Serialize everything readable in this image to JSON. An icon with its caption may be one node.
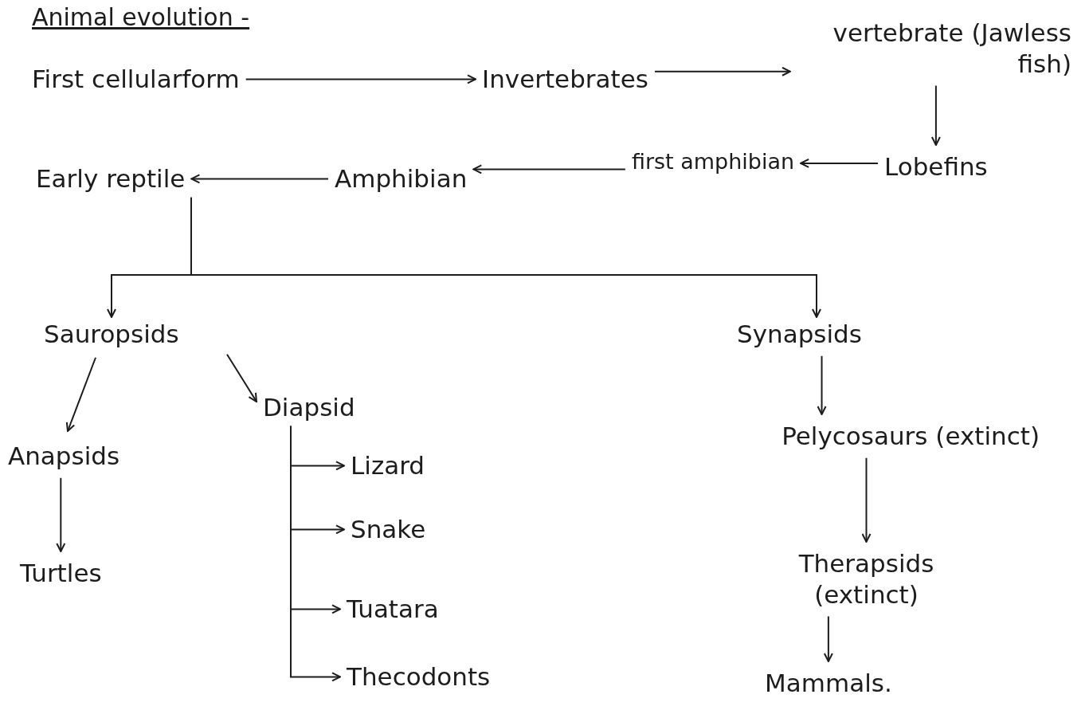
{
  "diagram": {
    "title": "Animal evolution -",
    "nodes": [
      {
        "text": [
          "First cellularform"
        ]
      },
      {
        "text": [
          "Invertebrates"
        ]
      },
      {
        "text": [
          "vertebrate (Jawless fish)"
        ]
      },
      {
        "text": [
          "Lobefins"
        ]
      },
      {
        "text": [
          "first amphibian"
        ]
      },
      {
        "text": [
          "Amphibian"
        ]
      },
      {
        "text": [
          "Early reptile"
        ]
      },
      {
        "text": [
          "Sauropsids"
        ]
      },
      {
        "text": [
          "Synapsids"
        ]
      },
      {
        "text": [
          "Anapsids"
        ]
      },
      {
        "text": [
          "Diapsid"
        ]
      },
      {
        "text": [
          "Turtles"
        ]
      },
      {
        "text": [
          "Lizard"
        ]
      },
      {
        "text": [
          "Snake"
        ]
      },
      {
        "text": [
          "Tuatara"
        ]
      },
      {
        "text": [
          "Thecodonts"
        ]
      },
      {
        "text": [
          "Pelycosaurs (extinct)"
        ]
      },
      {
        "text": [
          "Therapsids (extinct)"
        ]
      },
      {
        "text": [
          "Mammals."
        ]
      }
    ],
    "edges": [
      {
        "from": 0,
        "to": 1,
        "arrow": "to"
      },
      {
        "from": 1,
        "to": 2,
        "arrow": "to"
      },
      {
        "from": 2,
        "to": 3,
        "arrow": "to"
      },
      {
        "from": 3,
        "to": 4,
        "arrow": "to"
      },
      {
        "from": 4,
        "to": 5,
        "arrow": "to"
      },
      {
        "from": 5,
        "to": 6,
        "arrow": "to"
      },
      {
        "from": 6,
        "to": 7,
        "arrow": "to"
      },
      {
        "from": 6,
        "to": 8,
        "arrow": "to"
      },
      {
        "from": 7,
        "to": 9,
        "arrow": "to"
      },
      {
        "from": 7,
        "to": 10,
        "arrow": "to"
      },
      {
        "from": 9,
        "to": 11,
        "arrow": "to"
      },
      {
        "from": 10,
        "to": 12,
        "arrow": "to"
      },
      {
        "from": 10,
        "to": 13,
        "arrow": "to"
      },
      {
        "from": 10,
        "to": 14,
        "arrow": "to"
      },
      {
        "from": 10,
        "to": 15,
        "arrow": "to"
      },
      {
        "from": 8,
        "to": 16,
        "arrow": "to"
      },
      {
        "from": 16,
        "to": 17,
        "arrow": "to"
      },
      {
        "from": 17,
        "to": 18,
        "arrow": "to"
      }
    ]
  }
}
